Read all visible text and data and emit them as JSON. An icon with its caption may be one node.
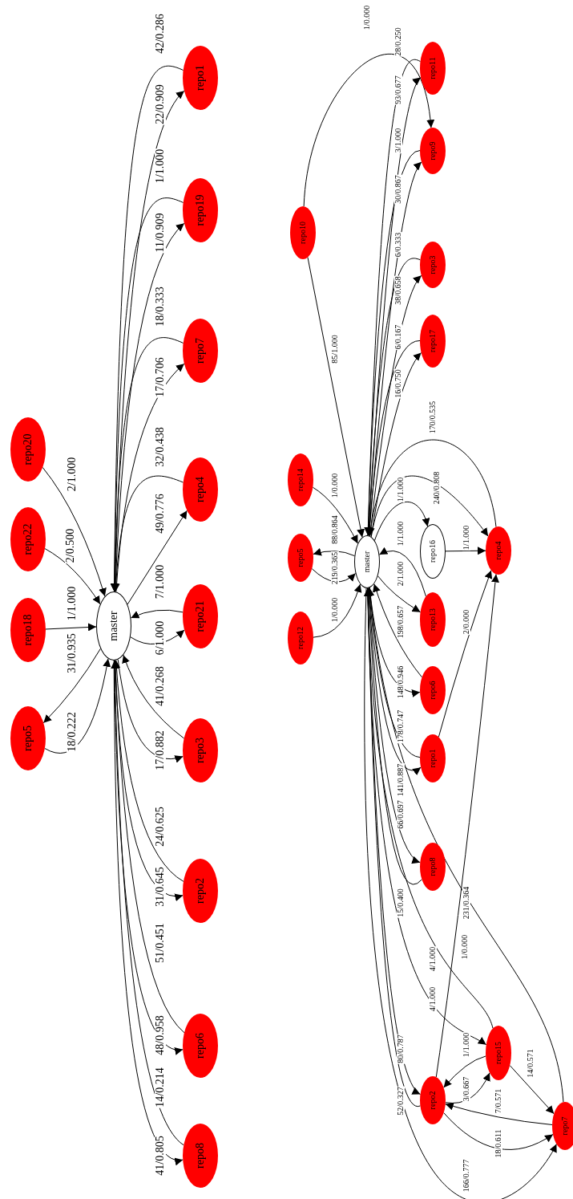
{
  "diagram": {
    "nodes": [
      {
        "text": [
          "master"
        ]
      },
      {
        "text": [
          "repo20"
        ]
      },
      {
        "text": [
          "repo22"
        ]
      },
      {
        "text": [
          "repo18"
        ]
      },
      {
        "text": [
          "repo5"
        ]
      },
      {
        "text": [
          "repo1"
        ]
      },
      {
        "text": [
          "repo19"
        ]
      },
      {
        "text": [
          "repo7"
        ]
      },
      {
        "text": [
          "repo4"
        ]
      },
      {
        "text": [
          "repo21"
        ]
      },
      {
        "text": [
          "repo3"
        ]
      },
      {
        "text": [
          "repo2"
        ]
      },
      {
        "text": [
          "repo6"
        ]
      },
      {
        "text": [
          "repo8"
        ]
      },
      {
        "text": [
          "repo10"
        ]
      },
      {
        "text": [
          "repo14"
        ]
      },
      {
        "text": [
          "repo5"
        ]
      },
      {
        "text": [
          "repo12"
        ]
      },
      {
        "text": [
          "master"
        ]
      },
      {
        "text": [
          "repo11"
        ]
      },
      {
        "text": [
          "repo9"
        ]
      },
      {
        "text": [
          "repo3"
        ]
      },
      {
        "text": [
          "repo17"
        ]
      },
      {
        "text": [
          "repo16"
        ]
      },
      {
        "text": [
          "repo4"
        ]
      },
      {
        "text": [
          "repo13"
        ]
      },
      {
        "text": [
          "repo6"
        ]
      },
      {
        "text": [
          "repo1"
        ]
      },
      {
        "text": [
          "repo8"
        ]
      },
      {
        "text": [
          "repo15"
        ]
      },
      {
        "text": [
          "repo2"
        ]
      },
      {
        "text": [
          "repo7"
        ]
      }
    ],
    "edges": [
      {
        "from": 1,
        "to": 0,
        "arrow": "to",
        "label": "2/1.000"
      },
      {
        "from": 2,
        "to": 0,
        "arrow": "to",
        "label": "2/0.500"
      },
      {
        "from": 3,
        "to": 0,
        "arrow": "to",
        "label": "1/1.000"
      },
      {
        "from": 0,
        "to": 4,
        "arrow": "to",
        "label": "31/0.935"
      },
      {
        "from": 4,
        "to": 0,
        "arrow": "to",
        "label": "18/0.222"
      },
      {
        "from": 0,
        "to": 5,
        "arrow": "to",
        "label": "22/0.909"
      },
      {
        "from": 5,
        "to": 0,
        "arrow": "to",
        "label": "42/0.286"
      },
      {
        "from": 0,
        "to": 6,
        "arrow": "to",
        "label": "11/0.909"
      },
      {
        "from": 6,
        "to": 0,
        "arrow": "to",
        "label": "1/1.000"
      },
      {
        "from": 0,
        "to": 7,
        "arrow": "to",
        "label": "17/0.706"
      },
      {
        "from": 7,
        "to": 0,
        "arrow": "to",
        "label": "18/0.333"
      },
      {
        "from": 0,
        "to": 8,
        "arrow": "to",
        "label": "49/0.776"
      },
      {
        "from": 8,
        "to": 0,
        "arrow": "to",
        "label": "32/0.438"
      },
      {
        "from": 9,
        "to": 0,
        "arrow": "to",
        "label": "7/1.000"
      },
      {
        "from": 0,
        "to": 9,
        "arrow": "to",
        "label": "6/1.000"
      },
      {
        "from": 10,
        "to": 0,
        "arrow": "to",
        "label": "41/0.268"
      },
      {
        "from": 0,
        "to": 10,
        "arrow": "to",
        "label": "17/0.882"
      },
      {
        "from": 11,
        "to": 0,
        "arrow": "to",
        "label": "24/0.625"
      },
      {
        "from": 0,
        "to": 11,
        "arrow": "to",
        "label": "31/0.645"
      },
      {
        "from": 12,
        "to": 0,
        "arrow": "to",
        "label": "51/0.451"
      },
      {
        "from": 0,
        "to": 12,
        "arrow": "to",
        "label": "48/0.958"
      },
      {
        "from": 13,
        "to": 0,
        "arrow": "to",
        "label": "14/0.214"
      },
      {
        "from": 0,
        "to": 13,
        "arrow": "to",
        "label": "41/0.805"
      },
      {
        "from": 14,
        "to": 20,
        "arrow": "to",
        "label": "1/0.000"
      },
      {
        "from": 19,
        "to": 18,
        "arrow": "to",
        "label": "28/0.250"
      },
      {
        "from": 18,
        "to": 19,
        "arrow": "to",
        "label": "93/0.677"
      },
      {
        "from": 20,
        "to": 18,
        "arrow": "to",
        "label": "3/1.000"
      },
      {
        "from": 18,
        "to": 20,
        "arrow": "to",
        "label": "30/0.867"
      },
      {
        "from": 21,
        "to": 18,
        "arrow": "to",
        "label": "6/0.333"
      },
      {
        "from": 18,
        "to": 21,
        "arrow": "to",
        "label": "38/0.658"
      },
      {
        "from": 22,
        "to": 18,
        "arrow": "to",
        "label": "6/0.167"
      },
      {
        "from": 18,
        "to": 22,
        "arrow": "to",
        "label": "16/0.750"
      },
      {
        "from": 14,
        "to": 18,
        "arrow": "to",
        "label": "85/1.000"
      },
      {
        "from": 24,
        "to": 18,
        "arrow": "to",
        "label": "170/0.535"
      },
      {
        "from": 18,
        "to": 24,
        "arrow": "to",
        "label": "240/0.808"
      },
      {
        "from": 15,
        "to": 18,
        "arrow": "to",
        "label": "1/0.000"
      },
      {
        "from": 18,
        "to": 16,
        "arrow": "to",
        "label": "88/0.864"
      },
      {
        "from": 16,
        "to": 18,
        "arrow": "to",
        "label": "219/0.365"
      },
      {
        "from": 17,
        "to": 18,
        "arrow": "to",
        "label": "1/0.000"
      },
      {
        "from": 18,
        "to": 23,
        "arrow": "to",
        "label": "1/1.000"
      },
      {
        "from": 25,
        "to": 18,
        "arrow": "to",
        "label": "1/1.000"
      },
      {
        "from": 23,
        "to": 24,
        "arrow": "to",
        "label": "1/1.000"
      },
      {
        "from": 18,
        "to": 25,
        "arrow": "to",
        "label": "2/1.000"
      },
      {
        "from": 26,
        "to": 18,
        "arrow": "to",
        "label": "198/0.657"
      },
      {
        "from": 18,
        "to": 26,
        "arrow": "to",
        "label": "148/0.946"
      },
      {
        "from": 27,
        "to": 18,
        "arrow": "to",
        "label": "178/0.747"
      },
      {
        "from": 18,
        "to": 27,
        "arrow": "to",
        "label": "141/0.887"
      },
      {
        "from": 27,
        "to": 24,
        "arrow": "to",
        "label": "2/0.000"
      },
      {
        "from": 18,
        "to": 28,
        "arrow": "to",
        "label": "66/0.697"
      },
      {
        "from": 28,
        "to": 18,
        "arrow": "to",
        "label": "15/0.400"
      },
      {
        "from": 30,
        "to": 24,
        "arrow": "to",
        "label": "1/0.000"
      },
      {
        "from": 31,
        "to": 18,
        "arrow": "to",
        "label": "231/0.364"
      },
      {
        "from": 29,
        "to": 18,
        "arrow": "to",
        "label": "4/1.000"
      },
      {
        "from": 18,
        "to": 29,
        "arrow": "to",
        "label": "4/1.000"
      },
      {
        "from": 18,
        "to": 30,
        "arrow": "to",
        "label": "80/0.787"
      },
      {
        "from": 30,
        "to": 18,
        "arrow": "to",
        "label": "52/0.327"
      },
      {
        "from": 29,
        "to": 30,
        "arrow": "to",
        "label": "1/1.000"
      },
      {
        "from": 30,
        "to": 29,
        "arrow": "to",
        "label": "3/0.667"
      },
      {
        "from": 29,
        "to": 31,
        "arrow": "to",
        "label": "14/0.571"
      },
      {
        "from": 31,
        "to": 30,
        "arrow": "to",
        "label": "7/0.571"
      },
      {
        "from": 30,
        "to": 31,
        "arrow": "to",
        "label": "18/0.611"
      },
      {
        "from": 18,
        "to": 31,
        "arrow": "to",
        "label": "166/0.777"
      }
    ]
  }
}
